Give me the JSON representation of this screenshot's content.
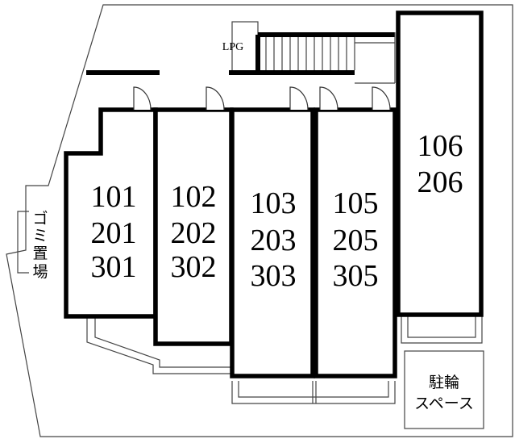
{
  "rooms": {
    "r101": [
      "101",
      "201",
      "301"
    ],
    "r102": [
      "102",
      "202",
      "302"
    ],
    "r103": [
      "103",
      "203",
      "303"
    ],
    "r105": [
      "105",
      "205",
      "305"
    ],
    "r106": [
      "106",
      "206"
    ]
  },
  "labels": {
    "lpg": "LPG",
    "garbage": [
      "ゴ",
      "ミ",
      "置",
      "場"
    ],
    "bicycle": [
      "駐輪",
      "スペース"
    ]
  }
}
